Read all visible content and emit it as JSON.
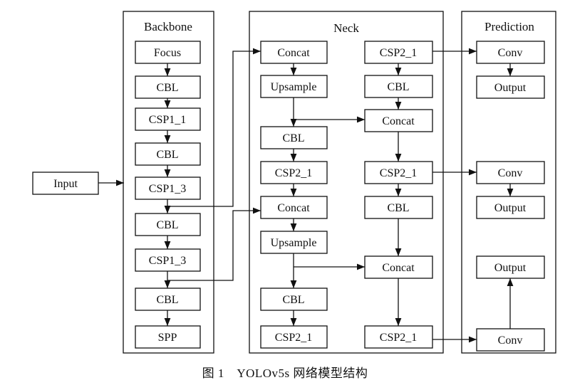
{
  "panels": {
    "backbone": "Backbone",
    "neck": "Neck",
    "prediction": "Prediction"
  },
  "input": "Input",
  "backbone": [
    "Focus",
    "CBL",
    "CSP1_1",
    "CBL",
    "CSP1_3",
    "CBL",
    "CSP1_3",
    "CBL",
    "SPP"
  ],
  "neck_left": [
    "Concat",
    "Upsample",
    "CBL",
    "CSP2_1",
    "Concat",
    "Upsample",
    "CBL",
    "CSP2_1"
  ],
  "neck_right": [
    "CSP2_1",
    "CBL",
    "Concat",
    "CSP2_1",
    "CBL",
    "Concat",
    "CSP2_1"
  ],
  "prediction": {
    "head1": [
      "Conv",
      "Output"
    ],
    "head2": [
      "Conv",
      "Output"
    ],
    "head3": [
      "Output",
      "Conv"
    ]
  },
  "caption": "图 1　YOLOv5s 网络模型结构",
  "colors": {
    "stroke": "#111111",
    "background": "#ffffff"
  }
}
